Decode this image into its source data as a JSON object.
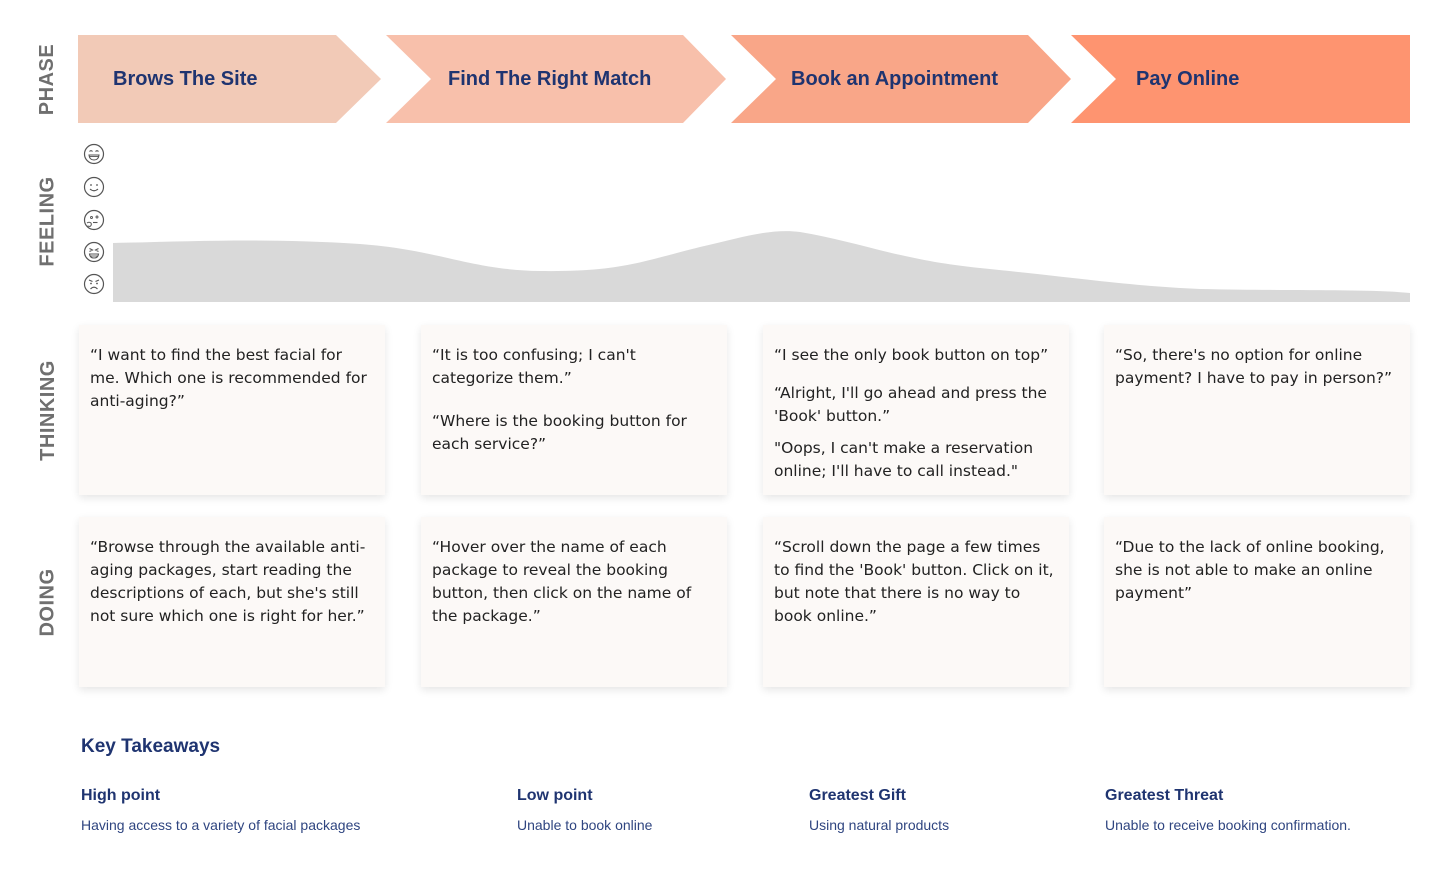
{
  "row_labels": {
    "phase": "PHASE",
    "feeling": "FEELING",
    "thinking": "THINKING",
    "doing": "DOING"
  },
  "phases": [
    {
      "title": "Brows The Site",
      "color": "#f2cab7"
    },
    {
      "title": "Find The Right Match",
      "color": "#f8c0ab"
    },
    {
      "title": "Book an Appointment",
      "color": "#f9a688"
    },
    {
      "title": "Pay Online",
      "color": "#fe9470"
    }
  ],
  "feeling": {
    "scale_icons": [
      "grinning-face-icon",
      "smiling-face-icon",
      "thinking-face-icon",
      "tired-face-icon",
      "angry-face-icon"
    ],
    "curve_color": "#d9d9d9"
  },
  "thinking": [
    [
      "“I want to find the best facial for me. Which one is recommended for anti-aging?”"
    ],
    [
      "“It is too confusing; I can't categorize them.”",
      "“Where is the booking button for each service?”"
    ],
    [
      "“I see the only book button on top”",
      "“Alright, I'll go ahead and press the 'Book' button.”",
      "\"Oops, I can't make a reservation online; I'll have to call instead.\""
    ],
    [
      "“So, there's no option for online payment? I have to pay in person?”"
    ]
  ],
  "doing": [
    "“Browse through the available anti-aging packages, start reading the descriptions of each, but she's still not sure which one is right for her.”",
    "“Hover over the name of each package to reveal the booking button, then click on the name of the package.”",
    "“Scroll down the page a few times to find the 'Book' button. Click on it, but note that there is no way to book online.”",
    "“Due to the lack of online booking, she is not able to make an online payment”"
  ],
  "takeaways": {
    "title": "Key Takeaways",
    "items": [
      {
        "heading": "High point",
        "text": "Having access to a variety of facial packages"
      },
      {
        "heading": "Low point",
        "text": "Unable to book online"
      },
      {
        "heading": "Greatest Gift",
        "text": "Using natural products"
      },
      {
        "heading": "Greatest Threat",
        "text": "Unable to receive booking confirmation."
      }
    ]
  }
}
